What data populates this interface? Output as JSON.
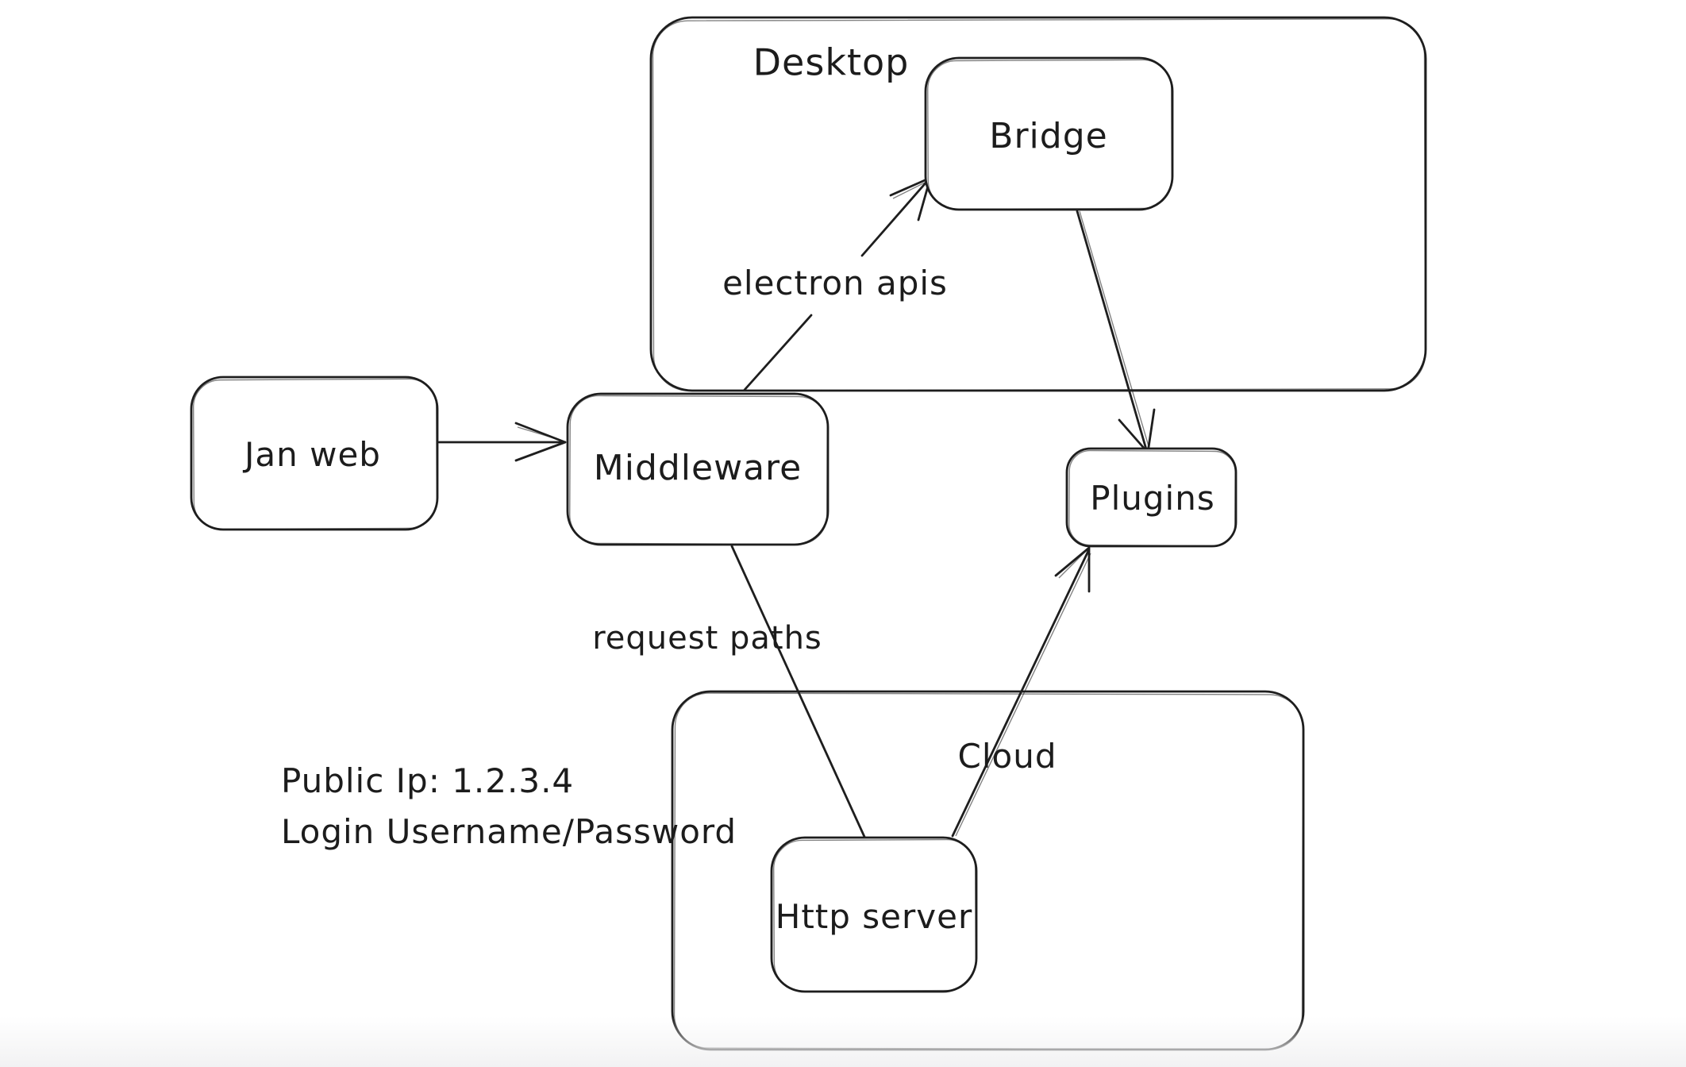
{
  "colors": {
    "background": "#ffffff",
    "stroke": "#1e1e1e",
    "text": "#1c1c1c"
  },
  "containers": {
    "desktop": {
      "label": "Desktop"
    },
    "cloud": {
      "label": "Cloud"
    }
  },
  "nodes": {
    "jan_web": {
      "label": "Jan web"
    },
    "middleware": {
      "label": "Middleware"
    },
    "bridge": {
      "label": "Bridge"
    },
    "plugins": {
      "label": "Plugins"
    },
    "http_server": {
      "label": "Http server"
    }
  },
  "edges": {
    "janweb_to_middleware": {
      "label": ""
    },
    "middleware_to_bridge": {
      "label": "electron apis"
    },
    "bridge_to_plugins": {
      "label": ""
    },
    "middleware_to_httpserver": {
      "label": "request paths"
    },
    "httpserver_to_plugins": {
      "label": ""
    }
  },
  "annotations": {
    "public_ip": "Public Ip: 1.2.3.4",
    "login": "Login Username/Password"
  }
}
